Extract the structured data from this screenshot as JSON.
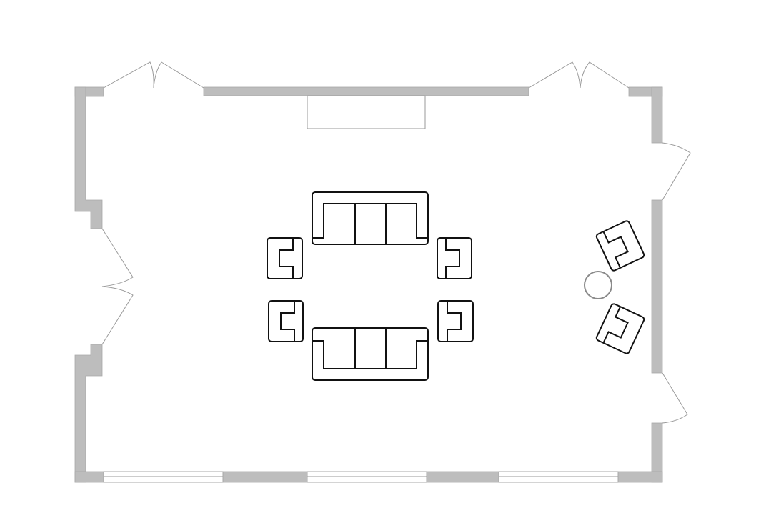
{
  "plan": {
    "type": "living-room-floor-plan",
    "colors": {
      "wall": "#bdbdbd",
      "furniture_stroke": "#111111",
      "door_stroke": "#9a9a9a"
    },
    "furniture": {
      "sofas": 2,
      "armchairs": 6,
      "side_tables": 1
    },
    "doors": 5,
    "windows": 3
  }
}
